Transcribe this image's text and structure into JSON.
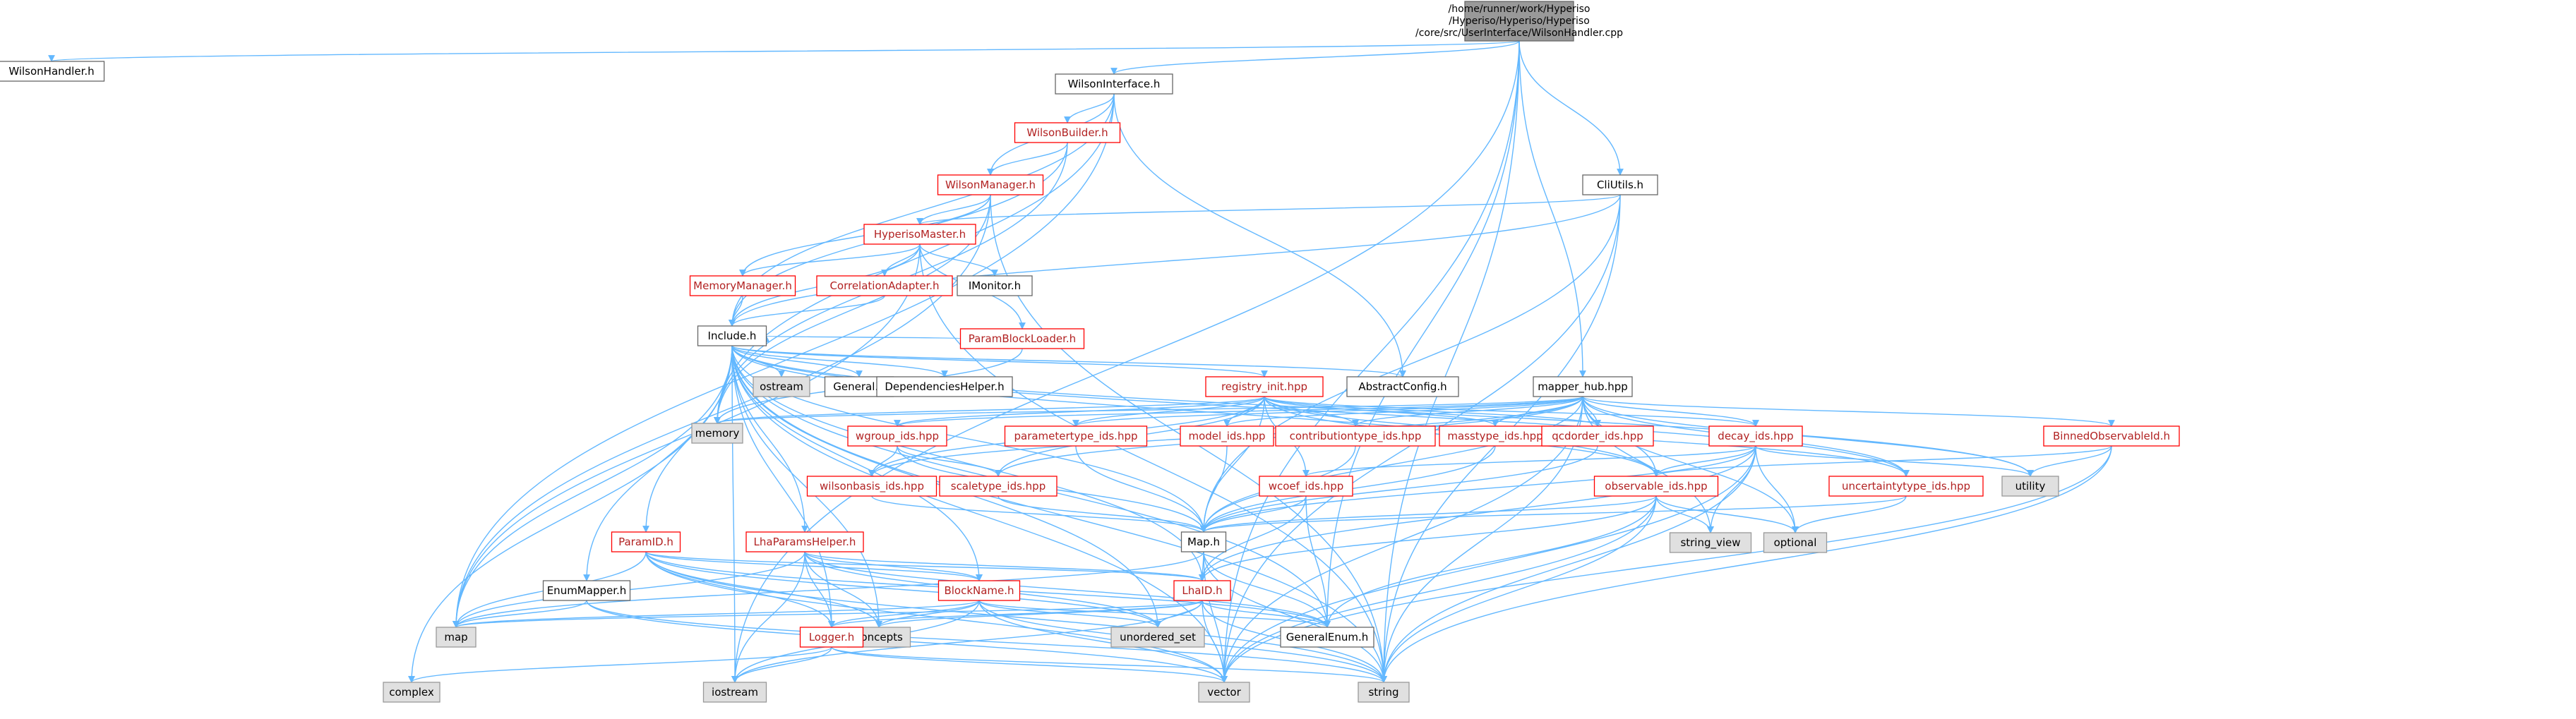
{
  "title_lines": [
    "/home/runner/work/Hyperiso",
    "/Hyperiso/Hyperiso/Hyperiso",
    "/core/src/UserInterface/WilsonHandler.cpp"
  ],
  "colors": {
    "edge": "#63b8ff",
    "root_fill": "#999999",
    "red_border": "#ff0000",
    "red_text": "#b22222",
    "system_fill": "#e0e0e0",
    "system_border": "#999999",
    "normal_border": "#666666"
  },
  "nodes": [
    {
      "id": "root",
      "label": "WilsonHandler.cpp",
      "kind": "root"
    },
    {
      "id": "wh",
      "label": "WilsonHandler.h",
      "kind": "normal"
    },
    {
      "id": "wi",
      "label": "WilsonInterface.h",
      "kind": "normal"
    },
    {
      "id": "wb",
      "label": "WilsonBuilder.h",
      "kind": "red"
    },
    {
      "id": "wm",
      "label": "WilsonManager.h",
      "kind": "red"
    },
    {
      "id": "hm",
      "label": "HyperisoMaster.h",
      "kind": "red"
    },
    {
      "id": "mm",
      "label": "MemoryManager.h",
      "kind": "red"
    },
    {
      "id": "ca",
      "label": "CorrelationAdapter.h",
      "kind": "red"
    },
    {
      "id": "imon",
      "label": "IMonitor.h",
      "kind": "normal"
    },
    {
      "id": "pbl",
      "label": "ParamBlockLoader.h",
      "kind": "red"
    },
    {
      "id": "inc",
      "label": "Include.h",
      "kind": "normal"
    },
    {
      "id": "cli",
      "label": "CliUtils.h",
      "kind": "normal"
    },
    {
      "id": "ostream",
      "label": "ostream",
      "kind": "system"
    },
    {
      "id": "general",
      "label": "General.h",
      "kind": "normal"
    },
    {
      "id": "dep",
      "label": "DependenciesHelper.h",
      "kind": "normal"
    },
    {
      "id": "reg",
      "label": "registry_init.hpp",
      "kind": "red"
    },
    {
      "id": "ac",
      "label": "AbstractConfig.h",
      "kind": "normal"
    },
    {
      "id": "mh",
      "label": "mapper_hub.hpp",
      "kind": "normal"
    },
    {
      "id": "memory",
      "label": "memory",
      "kind": "system"
    },
    {
      "id": "wgroup",
      "label": "wgroup_ids.hpp",
      "kind": "red"
    },
    {
      "id": "ptype",
      "label": "parametertype_ids.hpp",
      "kind": "red"
    },
    {
      "id": "model",
      "label": "model_ids.hpp",
      "kind": "red"
    },
    {
      "id": "ctype",
      "label": "contributiontype_ids.hpp",
      "kind": "red"
    },
    {
      "id": "mass",
      "label": "masstype_ids.hpp",
      "kind": "red"
    },
    {
      "id": "qcd",
      "label": "qcdorder_ids.hpp",
      "kind": "red"
    },
    {
      "id": "decay",
      "label": "decay_ids.hpp",
      "kind": "red"
    },
    {
      "id": "bin",
      "label": "BinnedObservableId.h",
      "kind": "red"
    },
    {
      "id": "wbasis",
      "label": "wilsonbasis_ids.hpp",
      "kind": "red"
    },
    {
      "id": "scale",
      "label": "scaletype_ids.hpp",
      "kind": "red"
    },
    {
      "id": "wcoef",
      "label": "wcoef_ids.hpp",
      "kind": "red"
    },
    {
      "id": "obs",
      "label": "observable_ids.hpp",
      "kind": "red"
    },
    {
      "id": "unc",
      "label": "uncertaintytype_ids.hpp",
      "kind": "red"
    },
    {
      "id": "utility",
      "label": "utility",
      "kind": "system"
    },
    {
      "id": "optional",
      "label": "optional",
      "kind": "system"
    },
    {
      "id": "sview",
      "label": "string_view",
      "kind": "system"
    },
    {
      "id": "maph",
      "label": "Map.h",
      "kind": "normal"
    },
    {
      "id": "paramid",
      "label": "ParamID.h",
      "kind": "red"
    },
    {
      "id": "lha",
      "label": "LhaParamsHelper.h",
      "kind": "red"
    },
    {
      "id": "em",
      "label": "EnumMapper.h",
      "kind": "normal"
    },
    {
      "id": "block",
      "label": "BlockName.h",
      "kind": "red"
    },
    {
      "id": "lhaid",
      "label": "LhaID.h",
      "kind": "red"
    },
    {
      "id": "map",
      "label": "map",
      "kind": "system"
    },
    {
      "id": "concepts",
      "label": "concepts",
      "kind": "system"
    },
    {
      "id": "uset",
      "label": "unordered_set",
      "kind": "system"
    },
    {
      "id": "ge",
      "label": "GeneralEnum.h",
      "kind": "normal"
    },
    {
      "id": "logger",
      "label": "Logger.h",
      "kind": "red"
    },
    {
      "id": "complex",
      "label": "complex",
      "kind": "system"
    },
    {
      "id": "iostream",
      "label": "iostream",
      "kind": "system"
    },
    {
      "id": "vector",
      "label": "vector",
      "kind": "system"
    },
    {
      "id": "string",
      "label": "string",
      "kind": "system"
    }
  ],
  "edges": [
    [
      "root",
      "wh"
    ],
    [
      "root",
      "wi"
    ],
    [
      "root",
      "cli"
    ],
    [
      "root",
      "mh"
    ],
    [
      "root",
      "iostream"
    ],
    [
      "root",
      "vector"
    ],
    [
      "root",
      "string"
    ],
    [
      "root",
      "ge"
    ],
    [
      "wi",
      "wb"
    ],
    [
      "wi",
      "wm"
    ],
    [
      "wi",
      "inc"
    ],
    [
      "wi",
      "ac"
    ],
    [
      "wi",
      "map"
    ],
    [
      "wi",
      "memory"
    ],
    [
      "wb",
      "wm"
    ],
    [
      "wb",
      "inc"
    ],
    [
      "wb",
      "memory"
    ],
    [
      "wm",
      "hm"
    ],
    [
      "wm",
      "mm"
    ],
    [
      "wm",
      "map"
    ],
    [
      "wm",
      "memory"
    ],
    [
      "wm",
      "string"
    ],
    [
      "hm",
      "mm"
    ],
    [
      "hm",
      "ca"
    ],
    [
      "hm",
      "imon"
    ],
    [
      "hm",
      "pbl"
    ],
    [
      "hm",
      "inc"
    ],
    [
      "hm",
      "string"
    ],
    [
      "hm",
      "map"
    ],
    [
      "mm",
      "inc"
    ],
    [
      "ca",
      "inc"
    ],
    [
      "pbl",
      "inc"
    ],
    [
      "pbl",
      "memory"
    ],
    [
      "cli",
      "hm"
    ],
    [
      "cli",
      "inc"
    ],
    [
      "cli",
      "string"
    ],
    [
      "cli",
      "vector"
    ],
    [
      "cli",
      "maph"
    ],
    [
      "inc",
      "ostream"
    ],
    [
      "inc",
      "general"
    ],
    [
      "inc",
      "dep"
    ],
    [
      "inc",
      "reg"
    ],
    [
      "inc",
      "ac"
    ],
    [
      "inc",
      "memory"
    ],
    [
      "inc",
      "map"
    ],
    [
      "inc",
      "complex"
    ],
    [
      "inc",
      "iostream"
    ],
    [
      "inc",
      "vector"
    ],
    [
      "inc",
      "string"
    ],
    [
      "inc",
      "paramid"
    ],
    [
      "inc",
      "lha"
    ],
    [
      "inc",
      "em"
    ],
    [
      "inc",
      "block"
    ],
    [
      "inc",
      "lhaid"
    ],
    [
      "inc",
      "maph"
    ],
    [
      "inc",
      "concepts"
    ],
    [
      "inc",
      "uset"
    ],
    [
      "inc",
      "ge"
    ],
    [
      "inc",
      "logger"
    ],
    [
      "inc",
      "utility"
    ],
    [
      "inc",
      "obs"
    ],
    [
      "inc",
      "unc"
    ],
    [
      "reg",
      "memory"
    ],
    [
      "reg",
      "wgroup"
    ],
    [
      "reg",
      "ptype"
    ],
    [
      "reg",
      "model"
    ],
    [
      "reg",
      "ctype"
    ],
    [
      "reg",
      "mass"
    ],
    [
      "reg",
      "qcd"
    ],
    [
      "reg",
      "decay"
    ],
    [
      "reg",
      "wbasis"
    ],
    [
      "reg",
      "scale"
    ],
    [
      "reg",
      "wcoef"
    ],
    [
      "reg",
      "obs"
    ],
    [
      "reg",
      "unc"
    ],
    [
      "reg",
      "maph"
    ],
    [
      "mh",
      "memory"
    ],
    [
      "mh",
      "wgroup"
    ],
    [
      "mh",
      "ptype"
    ],
    [
      "mh",
      "model"
    ],
    [
      "mh",
      "ctype"
    ],
    [
      "mh",
      "mass"
    ],
    [
      "mh",
      "qcd"
    ],
    [
      "mh",
      "decay"
    ],
    [
      "mh",
      "bin"
    ],
    [
      "mh",
      "wbasis"
    ],
    [
      "mh",
      "scale"
    ],
    [
      "mh",
      "obs"
    ],
    [
      "mh",
      "unc"
    ],
    [
      "mh",
      "utility"
    ],
    [
      "mh",
      "optional"
    ],
    [
      "mh",
      "sview"
    ],
    [
      "mh",
      "string"
    ],
    [
      "mh",
      "vector"
    ],
    [
      "mh",
      "maph"
    ],
    [
      "wgroup",
      "wbasis"
    ],
    [
      "wgroup",
      "scale"
    ],
    [
      "wgroup",
      "maph"
    ],
    [
      "ptype",
      "maph"
    ],
    [
      "model",
      "maph"
    ],
    [
      "ctype",
      "maph"
    ],
    [
      "mass",
      "maph"
    ],
    [
      "qcd",
      "maph"
    ],
    [
      "decay",
      "maph"
    ],
    [
      "decay",
      "utility"
    ],
    [
      "decay",
      "optional"
    ],
    [
      "decay",
      "sview"
    ],
    [
      "decay",
      "obs"
    ],
    [
      "decay",
      "wcoef"
    ],
    [
      "decay",
      "string"
    ],
    [
      "decay",
      "vector"
    ],
    [
      "decay",
      "lhaid"
    ],
    [
      "bin",
      "obs"
    ],
    [
      "bin",
      "utility"
    ],
    [
      "bin",
      "string"
    ],
    [
      "bin",
      "vector"
    ],
    [
      "wbasis",
      "maph"
    ],
    [
      "scale",
      "maph"
    ],
    [
      "wcoef",
      "maph"
    ],
    [
      "wcoef",
      "lhaid"
    ],
    [
      "wcoef",
      "ge"
    ],
    [
      "obs",
      "maph"
    ],
    [
      "obs",
      "optional"
    ],
    [
      "obs",
      "sview"
    ],
    [
      "obs",
      "string"
    ],
    [
      "obs",
      "vector"
    ],
    [
      "obs",
      "lhaid"
    ],
    [
      "obs",
      "ge"
    ],
    [
      "unc",
      "maph"
    ],
    [
      "unc",
      "optional"
    ],
    [
      "maph",
      "lhaid"
    ],
    [
      "maph",
      "ge"
    ],
    [
      "maph",
      "string"
    ],
    [
      "maph",
      "vector"
    ],
    [
      "maph",
      "map"
    ],
    [
      "paramid",
      "block"
    ],
    [
      "paramid",
      "lhaid"
    ],
    [
      "paramid",
      "map"
    ],
    [
      "paramid",
      "concepts"
    ],
    [
      "paramid",
      "uset"
    ],
    [
      "paramid",
      "ge"
    ],
    [
      "paramid",
      "logger"
    ],
    [
      "paramid",
      "vector"
    ],
    [
      "paramid",
      "string"
    ],
    [
      "lha",
      "block"
    ],
    [
      "lha",
      "lhaid"
    ],
    [
      "lha",
      "logger"
    ],
    [
      "lha",
      "map"
    ],
    [
      "lha",
      "iostream"
    ],
    [
      "lha",
      "concepts"
    ],
    [
      "lha",
      "uset"
    ],
    [
      "lha",
      "ge"
    ],
    [
      "em",
      "map"
    ],
    [
      "em",
      "string"
    ],
    [
      "em",
      "vector"
    ],
    [
      "block",
      "logger"
    ],
    [
      "block",
      "map"
    ],
    [
      "block",
      "concepts"
    ],
    [
      "block",
      "uset"
    ],
    [
      "block",
      "ge"
    ],
    [
      "block",
      "string"
    ],
    [
      "block",
      "vector"
    ],
    [
      "block",
      "iostream"
    ],
    [
      "lhaid",
      "logger"
    ],
    [
      "lhaid",
      "map"
    ],
    [
      "lhaid",
      "concepts"
    ],
    [
      "lhaid",
      "uset"
    ],
    [
      "lhaid",
      "ge"
    ],
    [
      "lhaid",
      "string"
    ],
    [
      "lhaid",
      "vector"
    ],
    [
      "lhaid",
      "iostream"
    ],
    [
      "logger",
      "complex"
    ],
    [
      "logger",
      "iostream"
    ],
    [
      "logger",
      "string"
    ],
    [
      "logger",
      "vector"
    ]
  ]
}
